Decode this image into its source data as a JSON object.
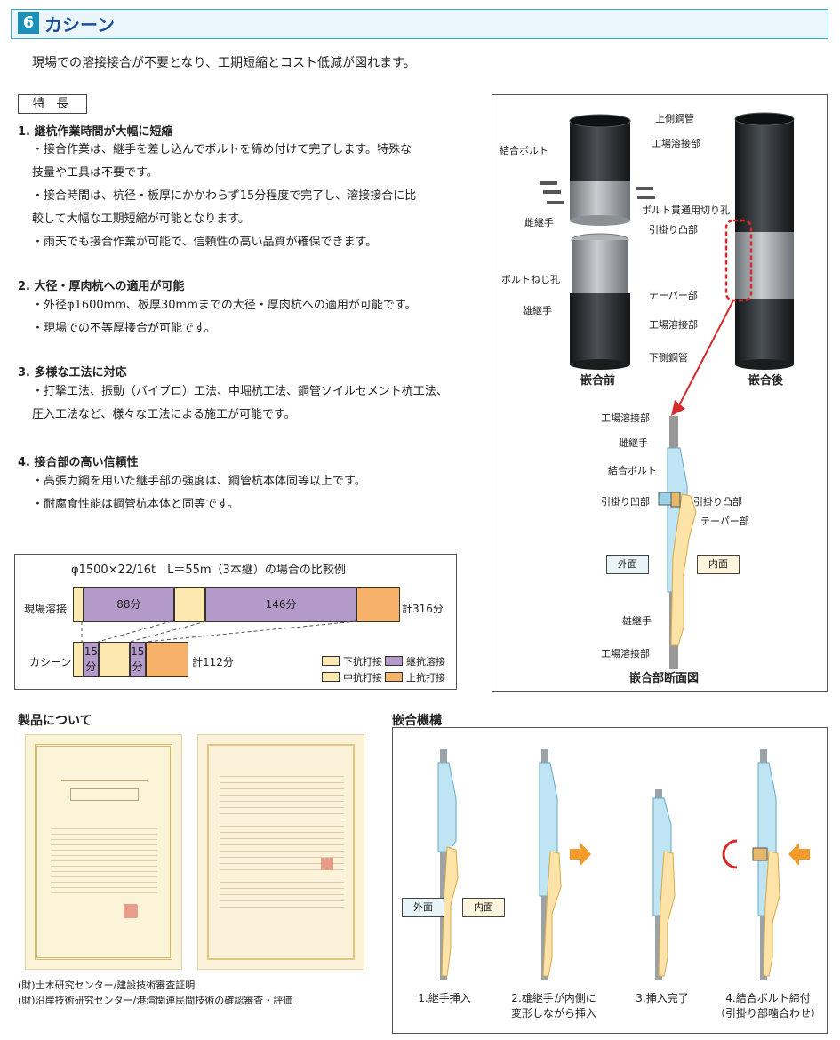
{
  "header": {
    "number": "6",
    "title": "カシーン"
  },
  "intro": "現場での溶接接合が不要となり、工期短縮とコスト低減が図れます。",
  "features_label": "特 長",
  "features": [
    {
      "heading": "1. 継杭作業時間が大幅に短縮",
      "lines": [
        "・接合作業は、継手を差し込んでボルトを締め付けて完了します。特殊な",
        "技量や工具は不要です。",
        "・接合時間は、杭径・板厚にかかわらず15分程度で完了し、溶接接合に比",
        "較して大幅な工期短縮が可能となります。",
        "・雨天でも接合作業が可能で、信頼性の高い品質が確保できます。"
      ]
    },
    {
      "heading": "2. 大径・厚肉杭への適用が可能",
      "lines": [
        "・外径φ1600mm、板厚30mmまでの大径・厚肉杭への適用が可能です。",
        "・現場での不等厚接合が可能です。"
      ]
    },
    {
      "heading": "3. 多様な工法に対応",
      "lines": [
        "・打撃工法、振動（バイブロ）工法、中堀杭工法、鋼管ソイルセメント杭工法、",
        "圧入工法など、様々な工法による施工が可能です。"
      ]
    },
    {
      "heading": "4. 接合部の高い信頼性",
      "lines": [
        "・高張力鋼を用いた継手部の強度は、鋼管杭本体同等以上です。",
        "・耐腐食性能は鋼管杭本体と同等です。"
      ]
    }
  ],
  "chart_data": {
    "type": "bar",
    "title": "φ1500×22/16t　L＝55m（3本継）の場合の比較例",
    "categories": [
      "現場溶接",
      "カシーン"
    ],
    "totals": [
      "計316分",
      "計112分"
    ],
    "rows": [
      {
        "name": "現場溶接",
        "segments": [
          {
            "type": "下杭打接",
            "value": 10,
            "label": ""
          },
          {
            "type": "継杭溶接",
            "value": 88,
            "label": "88分"
          },
          {
            "type": "中杭打接",
            "value": 30,
            "label": ""
          },
          {
            "type": "継杭溶接",
            "value": 146,
            "label": "146分"
          },
          {
            "type": "上杭打接",
            "value": 42,
            "label": ""
          }
        ]
      },
      {
        "name": "カシーン",
        "segments": [
          {
            "type": "下杭打接",
            "value": 10,
            "label": ""
          },
          {
            "type": "継杭溶接",
            "value": 15,
            "label": "15\n分"
          },
          {
            "type": "中杭打接",
            "value": 30,
            "label": ""
          },
          {
            "type": "継杭溶接",
            "value": 15,
            "label": "15\n分"
          },
          {
            "type": "上杭打接",
            "value": 42,
            "label": ""
          }
        ]
      }
    ],
    "legend": [
      {
        "name": "下抗打接",
        "color": "#fde9b0"
      },
      {
        "name": "継抗溶接",
        "color": "#b49ac9"
      },
      {
        "name": "中抗打接",
        "color": "#fde9b0"
      },
      {
        "name": "上抗打接",
        "color": "#f6b26b"
      }
    ],
    "colors": {
      "下杭打接": "#fde9b0",
      "中杭打接": "#fde9b0",
      "継杭溶接": "#b49ac9",
      "上杭打接": "#f6b26b"
    }
  },
  "diagram": {
    "labels": {
      "upper_pipe": "上側鋼管",
      "factory_weld_1": "工場溶接部",
      "bolt": "結合ボルト",
      "bolt_hole": "ボルト貫通用切り孔",
      "female": "雌継手",
      "hook_convex": "引掛り凸部",
      "bolt_screw": "ボルトねじ孔",
      "taper": "テーパー部",
      "male": "雄継手",
      "factory_weld_2": "工場溶接部",
      "lower_pipe": "下側鋼管",
      "before": "嵌合前",
      "after": "嵌合後"
    },
    "section": {
      "factory_weld_top": "工場溶接部",
      "female": "雌継手",
      "bolt": "結合ボルト",
      "hook_concave": "引掛り凹部",
      "hook_convex": "引掛り凸部",
      "taper": "テーパー部",
      "outer": "外面",
      "inner": "内面",
      "male": "雄継手",
      "factory_weld_bottom": "工場溶接部",
      "caption": "嵌合部断面図"
    }
  },
  "products": {
    "title": "製品について",
    "captions": [
      "(財)土木研究センター/建設技術審査証明",
      "(財)沿岸技術研究センター/港湾関連民間技術の確認審査・評価"
    ]
  },
  "mechanism": {
    "title": "嵌合機構",
    "outer": "外面",
    "inner": "内面",
    "steps": [
      "1.継手挿入",
      "2.雄継手が内側に\n変形しながら挿入",
      "3.挿入完了",
      "4.結合ボルト締付\n（引掛り部噛合わせ）"
    ]
  },
  "colors": {
    "accent": "#1a8fb8",
    "title": "#1a4f9c",
    "steel": "#2b2f33",
    "female_blue": "#bfe4f3",
    "male_yellow": "#fde3a7",
    "arrow_red": "#d62b2b",
    "arrow_orange": "#f39a2b"
  }
}
